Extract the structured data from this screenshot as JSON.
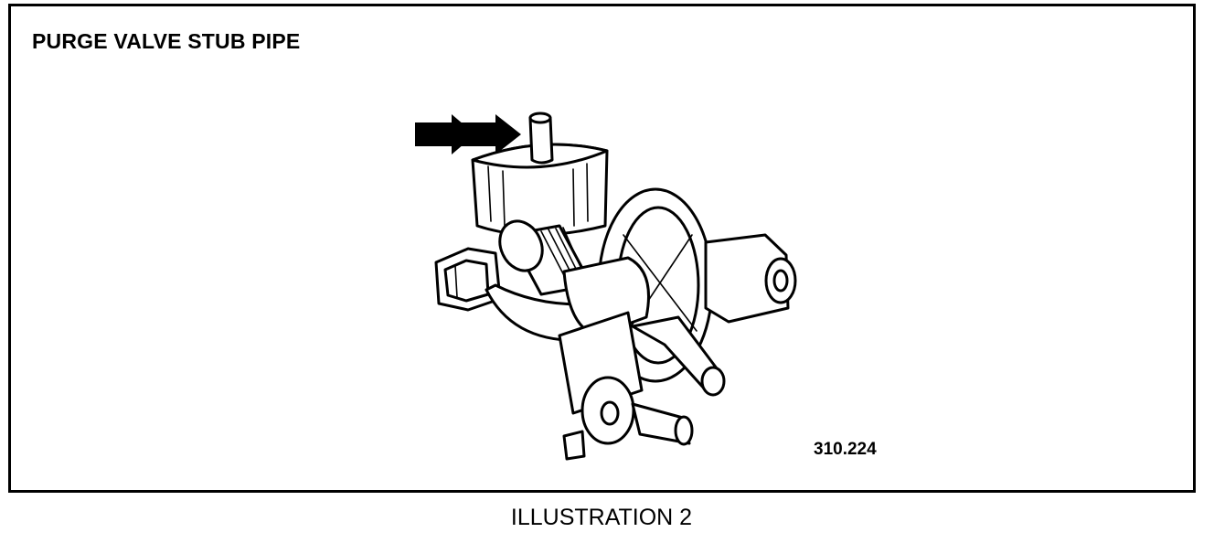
{
  "heading": "PURGE VALVE STUB PIPE",
  "reference_code": "310.224",
  "caption": "ILLUSTRATION 2",
  "colors": {
    "ink": "#000000",
    "paper": "#ffffff"
  },
  "icons": {
    "pointer": "arrow-right-icon"
  }
}
